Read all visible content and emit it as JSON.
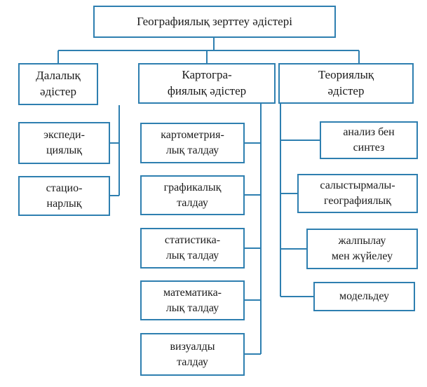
{
  "title": "Географиялық   зерттеу   әдістері",
  "branches": [
    {
      "label": "Далалық\nәдістер",
      "items": [
        "экспеди-\nциялық",
        "стацио-\nнарлық"
      ]
    },
    {
      "label": "Картогра-\nфиялық   әдістер",
      "items": [
        "картометрия-\nлық  талдау",
        "графикалық\nталдау",
        "статистика-\nлық  талдау",
        "математика-\nлық  талдау",
        "визуалды\nталдау"
      ]
    },
    {
      "label": "Теориялық\nәдістер",
      "items": [
        "анализ   бен\nсинтез",
        "салыстырмалы-\nгеографиялық",
        "жалпылау\nмен  жүйелеу",
        "модельдеу"
      ]
    }
  ],
  "colors": {
    "line": "#2e7fb0",
    "text": "#1a1a1a",
    "background": "#ffffff"
  }
}
